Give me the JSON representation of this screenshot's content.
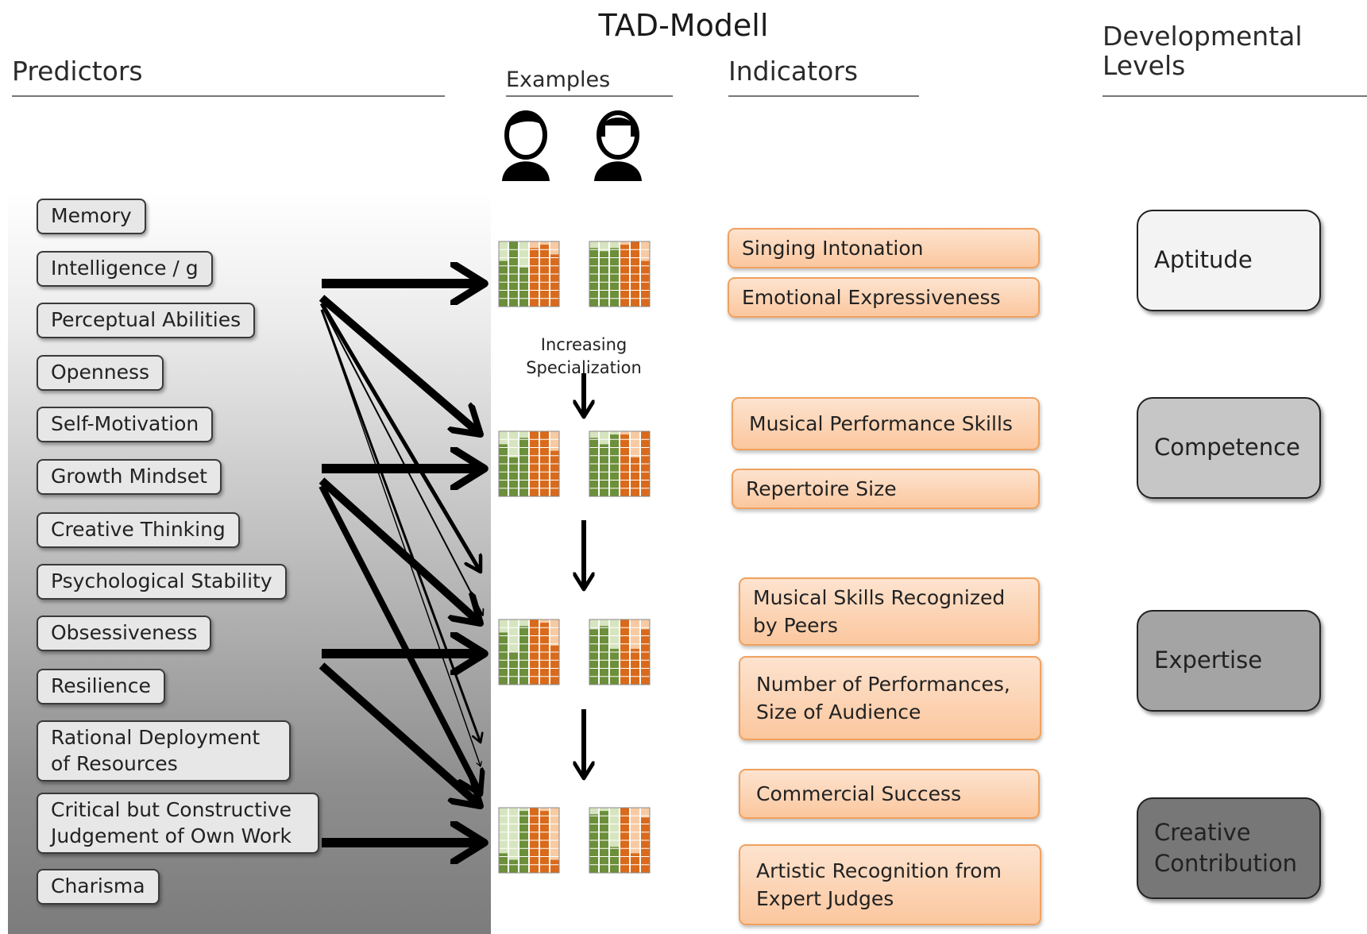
{
  "title": "TAD-Modell",
  "headers": {
    "predictors": "Predictors",
    "examples": "Examples",
    "indicators": "Indicators",
    "levels": "Developmental Levels"
  },
  "predictors": [
    "Memory",
    "Intelligence / g",
    "Perceptual Abilities",
    "Openness",
    "Self-Motivation",
    "Growth Mindset",
    "Creative Thinking",
    "Psychological Stability",
    "Obsessiveness",
    "Resilience",
    "Rational Deployment of Resources",
    "Critical but Constructive Judgement of Own Work",
    "Charisma"
  ],
  "specialization_label": "Increasing Specialization",
  "indicators": [
    "Singing Intonation",
    "Emotional Expressiveness",
    "Musical Performance Skills",
    "Repertoire Size",
    "Musical Skills Recognized by Peers",
    "Number of Performances, Size of Audience",
    "Commercial Success",
    "Artistic Recognition from Expert Judges"
  ],
  "levels": [
    {
      "label": "Aptitude",
      "color": "#f3f3f3"
    },
    {
      "label": "Competence",
      "color": "#c6c6c6"
    },
    {
      "label": "Expertise",
      "color": "#a4a4a4"
    },
    {
      "label": "Creative Contribution",
      "color": "#777777"
    }
  ],
  "colors": {
    "green": "#6b8f3a",
    "light_green": "#d6e5bf",
    "orange": "#d96a1c",
    "light_orange": "#f7caa3"
  },
  "profiles": [
    {
      "person": "woman",
      "bars": [
        0.7,
        1.0,
        0.6,
        0.9,
        0.95,
        0.8
      ]
    },
    {
      "person": "woman-bob",
      "bars": [
        0.9,
        0.85,
        0.9,
        0.95,
        1.0,
        0.7
      ]
    },
    {
      "person": "woman",
      "bars": [
        0.8,
        0.6,
        0.9,
        1.0,
        1.0,
        0.7
      ]
    },
    {
      "person": "woman-bob",
      "bars": [
        0.9,
        0.8,
        0.95,
        0.95,
        0.6,
        1.0
      ]
    },
    {
      "person": "woman",
      "bars": [
        0.8,
        0.5,
        0.9,
        1.0,
        0.95,
        0.6
      ]
    },
    {
      "person": "woman-bob",
      "bars": [
        0.85,
        0.9,
        0.55,
        1.0,
        0.55,
        0.85
      ]
    },
    {
      "person": "woman",
      "bars": [
        0.3,
        0.2,
        0.95,
        1.0,
        0.95,
        0.2
      ]
    },
    {
      "person": "woman-bob",
      "bars": [
        0.9,
        0.95,
        0.4,
        1.0,
        0.3,
        0.85
      ]
    }
  ]
}
